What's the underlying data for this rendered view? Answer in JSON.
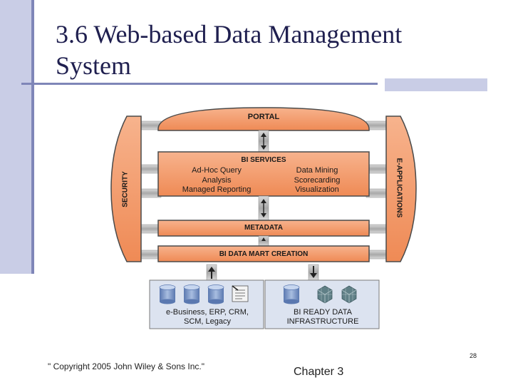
{
  "slide": {
    "title_line1": "3.6 Web-based Data Management",
    "title_line2": "System",
    "copyright": "\" Copyright 2005 John Wiley & Sons Inc.\"",
    "chapter": "Chapter 3",
    "page_number": "28"
  },
  "diagram": {
    "portal": "PORTAL",
    "bi_services": "BI SERVICES",
    "bi_services_left": [
      "Ad-Hoc Query",
      "Analysis",
      "Managed Reporting"
    ],
    "bi_services_right": [
      "Data Mining",
      "Scorecarding",
      "Visualization"
    ],
    "metadata": "METADATA",
    "bi_data_mart": "BI DATA MART CREATION",
    "security": "SECURITY",
    "e_applications": "E-APPLICATIONS",
    "sources_left": [
      "e-Business, ERP, CRM,",
      "SCM, Legacy"
    ],
    "sources_right": [
      "BI READY DATA",
      "INFRASTRUCTURE"
    ],
    "colors": {
      "box_fill": "#f39a6b",
      "box_stroke": "#4a4a4a",
      "connector": "#b8b8b8",
      "source_fill": "#dce3f0",
      "cylinder": "#7a96c8"
    }
  }
}
